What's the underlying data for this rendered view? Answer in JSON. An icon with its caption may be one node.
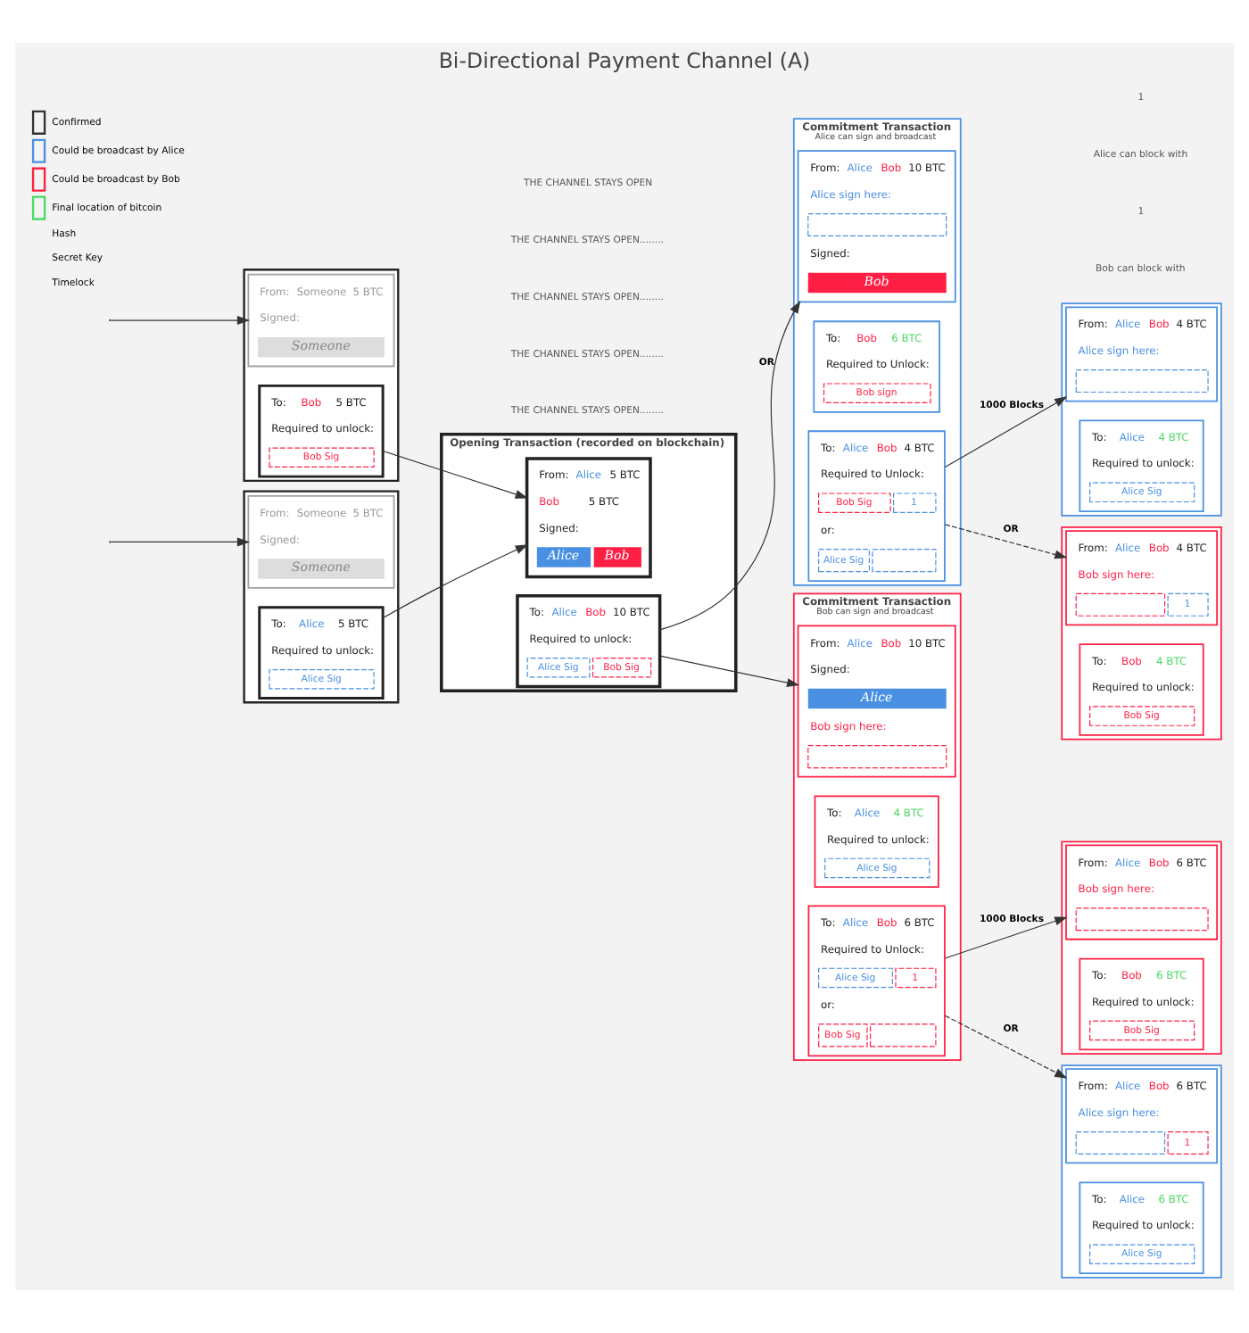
{
  "diagram": {
    "title": "Bi-Directional Payment Channel (A)",
    "nodes": [
      {
        "text": [],
        "shape": "box"
      },
      {
        "text": [
          "From:",
          "Someone",
          "5 BTC",
          "Signed:",
          "Someone"
        ],
        "in": 0
      },
      {
        "text": [
          "To:",
          "Alice",
          "5 BTC",
          "Required to unlock:",
          "Alice Sig"
        ],
        "in": 0
      },
      {
        "text": [],
        "shape": "box"
      },
      {
        "text": [
          "From:",
          "Someone",
          "5 BTC",
          "Signed:",
          "Someone"
        ],
        "in": 3
      },
      {
        "text": [
          "To:",
          "Bob",
          "5 BTC",
          "Required to unlock:",
          "Bob Sig"
        ],
        "in": 3
      },
      {
        "text": [
          "Opening Transaction (recorded on blockchain)"
        ]
      },
      {
        "text": [
          "From:",
          "Alice",
          "5 BTC",
          "Bob",
          "5 BTC",
          "Signed:",
          "Alice",
          "Bob"
        ],
        "in": 6
      },
      {
        "text": [
          "To:",
          "Alice",
          "Bob",
          "10 BTC",
          "Required to unlock:",
          "Alice Sig",
          "Bob Sig"
        ],
        "in": 6
      },
      {
        "text": [
          "Commitment Transaction",
          "Alice can sign and broadcast"
        ]
      },
      {
        "text": [
          "From:",
          "Alice",
          "Bob",
          "10 BTC",
          "Alice sign here:",
          "Signed:",
          "Bob"
        ],
        "in": 9
      },
      {
        "text": [
          "To:",
          "Bob",
          "6 BTC",
          "Required to Unlock:",
          "Bob sign"
        ],
        "in": 9
      },
      {
        "text": [
          "To:",
          "Alice",
          "Bob",
          "4 BTC",
          "Required to Unlock:",
          "Bob Sig",
          "1",
          "or:",
          "Alice Sig"
        ],
        "in": 9
      },
      {
        "text": [],
        "shape": "box"
      },
      {
        "text": [
          "From:",
          "Alice",
          "Bob",
          "4 BTC",
          "Alice sign here:"
        ],
        "in": 13
      },
      {
        "text": [
          "To:",
          "Alice",
          "4 BTC",
          "Required to unlock:",
          "Alice Sig"
        ],
        "in": 13
      },
      {
        "text": [],
        "shape": "box"
      },
      {
        "text": [
          "From:",
          "Alice",
          "Bob",
          "4 BTC",
          "Bob sign here:",
          "1"
        ],
        "in": 16
      },
      {
        "text": [
          "To:",
          "Bob",
          "4 BTC",
          "Required to unlock:",
          "Bob Sig"
        ],
        "in": 16
      },
      {
        "text": [
          "Commitment Transaction",
          "Bob can sign and broadcast"
        ]
      },
      {
        "text": [
          "From:",
          "Alice",
          "Bob",
          "10 BTC",
          "Signed:",
          "Alice",
          "Bob sign here:"
        ],
        "in": 19
      },
      {
        "text": [
          "To:",
          "Alice",
          "4 BTC",
          "Required to unlock:",
          "Alice Sig"
        ],
        "in": 19
      },
      {
        "text": [
          "To:",
          "Alice",
          "Bob",
          "6 BTC",
          "Required to Unlock:",
          "Alice Sig",
          "1",
          "or:",
          "Bob Sig"
        ],
        "in": 19
      },
      {
        "text": [],
        "shape": "box"
      },
      {
        "text": [
          "From:",
          "Alice",
          "Bob",
          "6 BTC",
          "Bob sign here:"
        ],
        "in": 23
      },
      {
        "text": [
          "To:",
          "Bob",
          "6 BTC",
          "Required to unlock:",
          "Bob Sig"
        ],
        "in": 23
      },
      {
        "text": [],
        "shape": "box"
      },
      {
        "text": [
          "From:",
          "Alice",
          "Bob",
          "6 BTC",
          "Alice sign here:",
          "1"
        ],
        "in": 26
      },
      {
        "text": [
          "To:",
          "Alice",
          "6 BTC",
          "Required to unlock:",
          "Alice Sig"
        ],
        "in": 26
      }
    ],
    "edges": [
      {
        "from": null,
        "to": 1,
        "arrow": "to"
      },
      {
        "from": null,
        "to": 4,
        "arrow": "to"
      },
      {
        "from": 2,
        "to": 7,
        "arrow": "to"
      },
      {
        "from": 5,
        "to": 7,
        "arrow": "to"
      },
      {
        "from": 8,
        "to": 10,
        "arrow": "to",
        "label": "OR"
      },
      {
        "from": 8,
        "to": 20,
        "arrow": "to"
      },
      {
        "from": 12,
        "to": 14,
        "arrow": "to",
        "label": "1000 Blocks"
      },
      {
        "from": 12,
        "to": 17,
        "arrow": "to",
        "style": "dashed",
        "label": "OR"
      },
      {
        "from": 22,
        "to": 24,
        "arrow": "to",
        "label": "1000 Blocks"
      },
      {
        "from": 22,
        "to": 27,
        "arrow": "to",
        "style": "dashed",
        "label": "OR"
      }
    ],
    "labels": [
      "Bob can block with",
      "1",
      "Alice can block with",
      "1",
      "THE CHANNEL STAYS OPEN........",
      "THE CHANNEL STAYS OPEN........",
      "THE CHANNEL STAYS OPEN........",
      "THE CHANNEL STAYS OPEN........",
      "THE CHANNEL STAYS OPEN"
    ],
    "legend": [
      {
        "text": "Confirmed",
        "color": "#333333"
      },
      {
        "text": "Could be broadcast by Alice",
        "color": "#4a90e2"
      },
      {
        "text": "Could be broadcast by Bob",
        "color": "#ff1f44"
      },
      {
        "text": "Final location of bitcoin",
        "color": "#4cd964"
      },
      {
        "text": "Hash"
      },
      {
        "text": "Secret Key"
      },
      {
        "text": "Timelock"
      }
    ]
  }
}
